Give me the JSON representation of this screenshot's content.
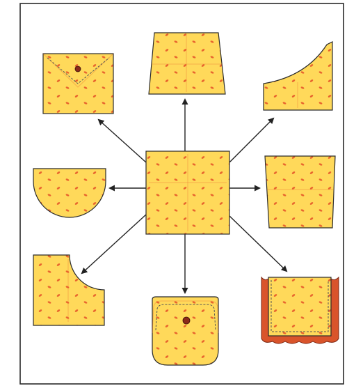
{
  "colors": {
    "page_background": "#ffffff",
    "panel_background": "#ffffff",
    "panel_border": "#2a2a2a",
    "fabric": "#ffd95a",
    "fabric_outline": "#2b2b2b",
    "dots": "#e8652e",
    "button": "#8a2a1a",
    "ruffle": "#d9542b",
    "stitch": "#555555",
    "arrow": "#222222"
  },
  "diagram": {
    "center_shape": "square-fabric-piece",
    "variations": [
      "envelope-flap-pocket",
      "trapezoid-pocket-top",
      "curved-slope-pocket",
      "half-circle-pocket",
      "tapered-pocket-right",
      "notched-corner-pocket",
      "buttoned-flap-pocket",
      "ruffle-trim-pocket"
    ]
  }
}
